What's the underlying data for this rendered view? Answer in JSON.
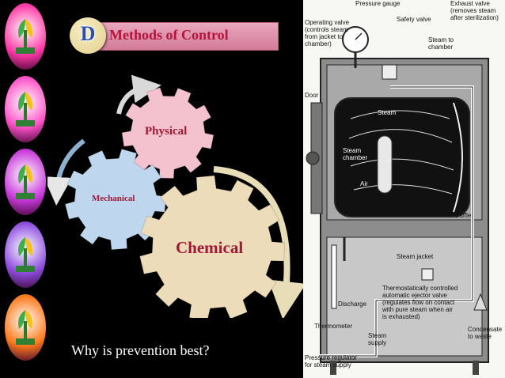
{
  "title": {
    "letter": "D",
    "text": "Methods of Control"
  },
  "gears": {
    "physical": "Physical",
    "mechanical": "Mechanical",
    "chemical": "Chemical"
  },
  "question": "Why is prevention best?",
  "colors": {
    "gear_pink": "#f4c1cf",
    "gear_blue": "#bed7ef",
    "gear_tan": "#ecdcba",
    "label_red": "#a01836",
    "title_bar": "#dd8ea8",
    "logo_eggs": [
      "#ff3aa6",
      "#ff52c8",
      "#c93bdc",
      "#8f4fe0",
      "#ff7a1a"
    ]
  },
  "logo_icon": "plant-logo-icon",
  "diagram": {
    "pressure_gauge": "Pressure gauge",
    "exhaust_valve": "Exhaust valve\n(removes steam\nafter sterilization)",
    "operating_valve": "Operating valve\n(controls steam\nfrom jacket to\nchamber)",
    "safety_valve": "Safety valve",
    "steam_to_chamber": "Steam to\nchamber",
    "door": "Door",
    "steam": "Steam",
    "steam_chamber": "Steam\nchamber",
    "air": "Air",
    "baffle": "Baffle",
    "steam_jacket": "Steam jacket",
    "thermostatic_valve": "Thermostatically controlled\nautomatic ejector valve\n(regulates flow on contact\nwith pure steam when air\nis exhausted)",
    "discharge": "Discharge",
    "thermometer": "Thermometer",
    "steam_supply": "Steam\nsupply",
    "condensate": "Condensate\nto waste",
    "pressure_regulator": "Pressure regulator\nfor steam supply"
  }
}
